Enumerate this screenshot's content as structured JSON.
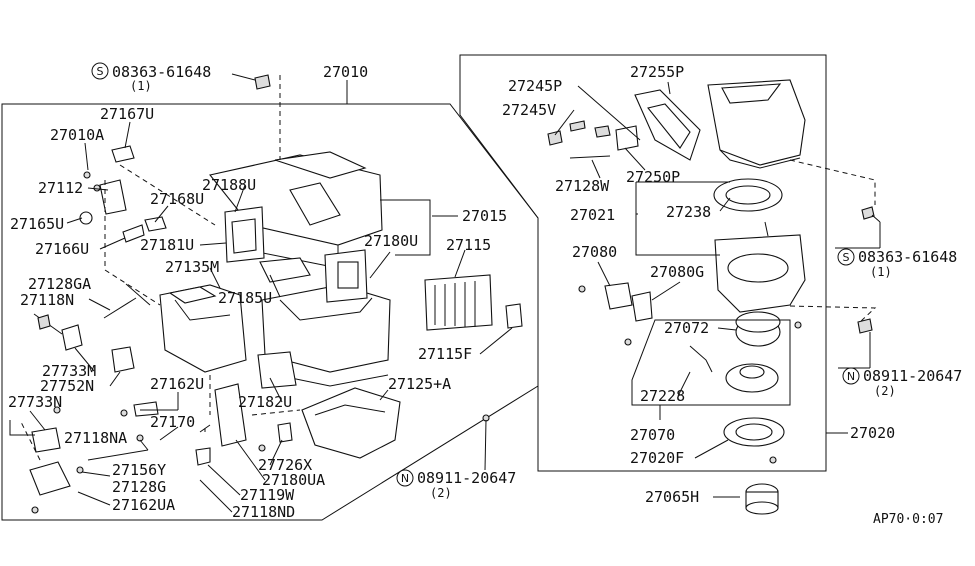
{
  "labels": {
    "p08363_61648_left": "08363-61648",
    "p08363_61648_left_qty": "(1)",
    "p27010": "27010",
    "p27167U": "27167U",
    "p27010A": "27010A",
    "p27112": "27112",
    "p27188U": "27188U",
    "p27168U": "27168U",
    "p27165U": "27165U",
    "p27166U": "27166U",
    "p27181U": "27181U",
    "p27015": "27015",
    "p27180U": "27180U",
    "p27115": "27115",
    "p27135M": "27135M",
    "p27128GA": "27128GA",
    "p27118N": "27118N",
    "p27185U": "27185U",
    "p27115F": "27115F",
    "p27733M": "27733M",
    "p27752N": "27752N",
    "p27162U": "27162U",
    "p27125A": "27125+A",
    "p27733N": "27733N",
    "p27182U": "27182U",
    "p27118NA": "27118NA",
    "p27170": "27170",
    "p27156Y": "27156Y",
    "p27726X": "27726X",
    "p27128G": "27128G",
    "p27180UA": "27180UA",
    "p08911_20647_left": "08911-20647",
    "p08911_20647_left_qty": "(2)",
    "p27119W": "27119W",
    "p27162UA": "27162UA",
    "p27118ND": "27118ND",
    "p27245P": "27245P",
    "p27255P": "27255P",
    "p27245V": "27245V",
    "p27250P": "27250P",
    "p27128W": "27128W",
    "p27021": "27021",
    "p27238": "27238",
    "p27080": "27080",
    "p27080G": "27080G",
    "p08363_61648_right": "08363-61648",
    "p08363_61648_right_qty": "(1)",
    "p27072": "27072",
    "p08911_20647_right": "08911-20647",
    "p08911_20647_right_qty": "(2)",
    "p27228": "27228",
    "p27070": "27070",
    "p27020": "27020",
    "p27020F": "27020F",
    "p27065H": "27065H"
  },
  "symbols": {
    "screw": "S",
    "nut": "N"
  },
  "reference_code": "AP70·0:07"
}
